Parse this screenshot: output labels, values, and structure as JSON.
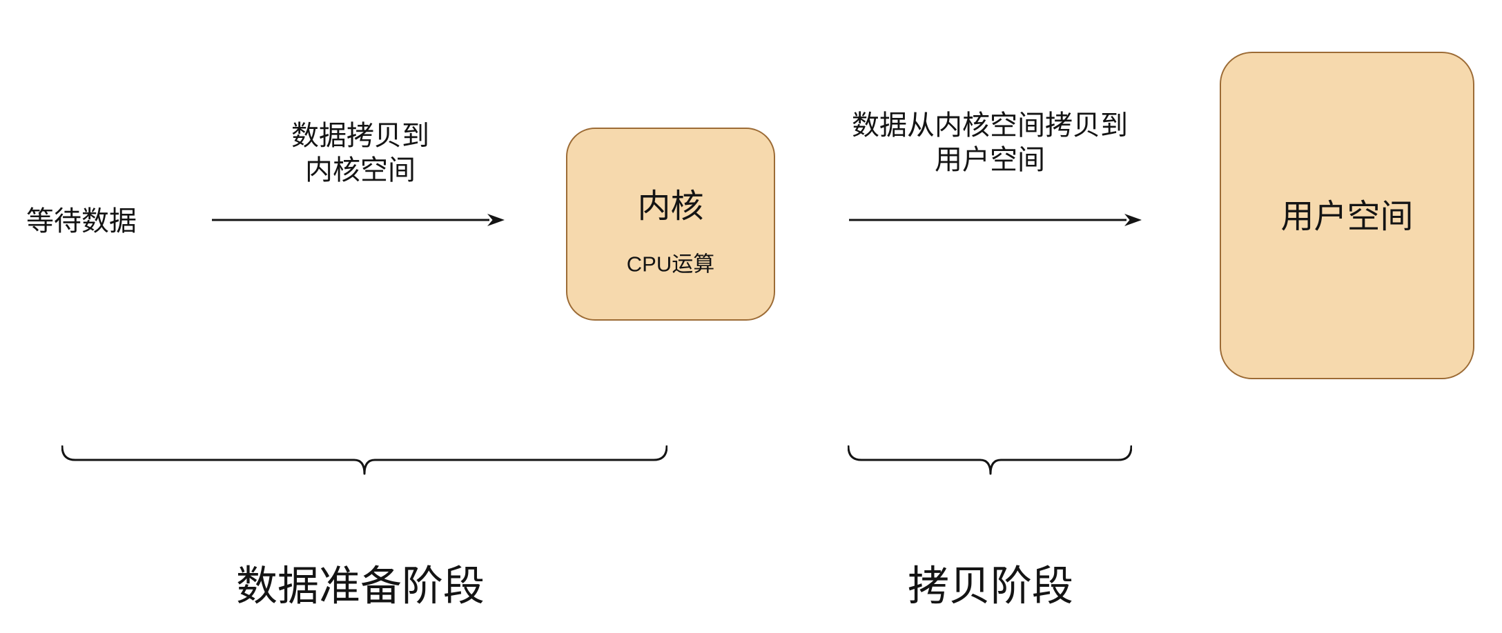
{
  "colors": {
    "canvas-bg": "#ffffff",
    "box-fill": "#f6d9ad",
    "box-border": "#9c6b35",
    "ink": "#141414"
  },
  "diagram": {
    "waiting_label": "等待数据",
    "arrow1": {
      "label_line1": "数据拷贝到",
      "label_line2": "内核空间"
    },
    "kernel_box": {
      "title": "内核",
      "subtitle": "CPU运算"
    },
    "arrow2": {
      "label_line1": "数据从内核空间拷贝到",
      "label_line2": "用户空间"
    },
    "user_box": {
      "title": "用户空间"
    },
    "stages": [
      {
        "label": "数据准备阶段"
      },
      {
        "label": "拷贝阶段"
      }
    ]
  }
}
